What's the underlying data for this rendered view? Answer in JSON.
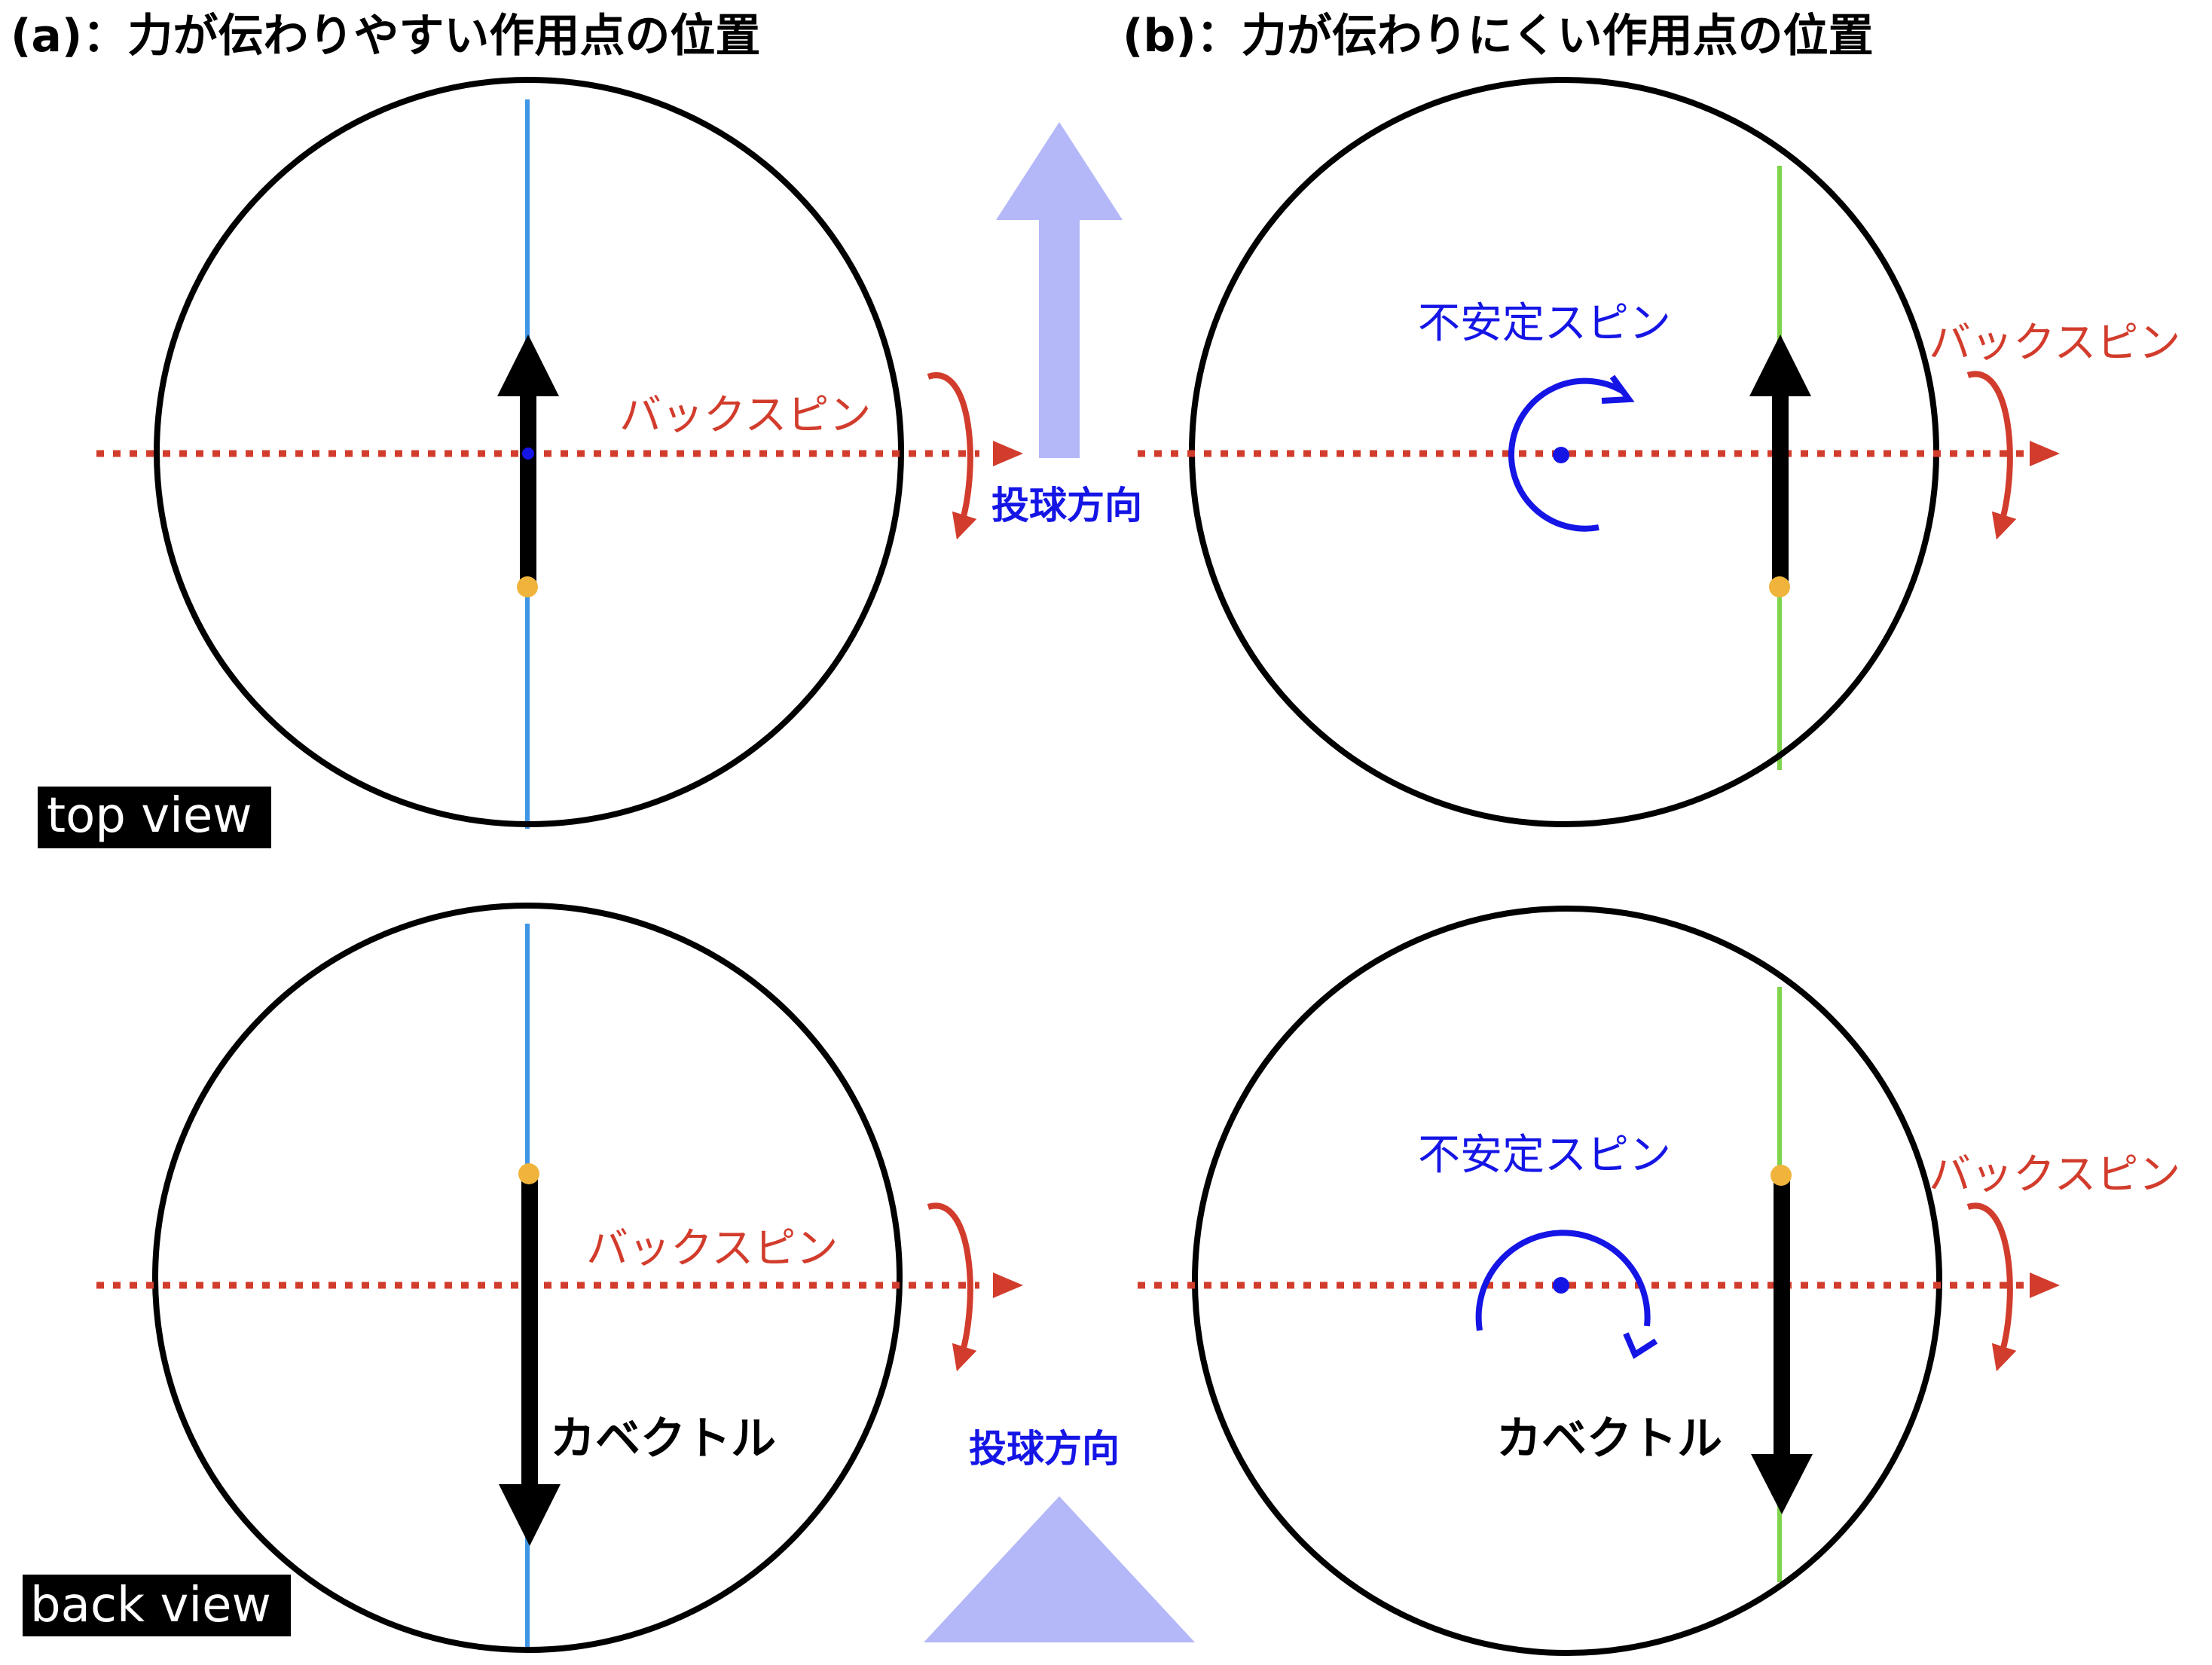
{
  "titles": {
    "a": "(a)：力が伝わりやすい作用点の位置",
    "b": "(b)：力が伝わりにくい作用点の位置"
  },
  "labels": {
    "backspin": "バックスピン",
    "unstable_spin": "不安定スピン",
    "throw_direction": "投球方向",
    "force_vector": "カベクトル",
    "top_view": "top view",
    "back_view": "back view"
  },
  "colors": {
    "backspin_red": "#d23c2c",
    "spin_blue": "#1515e6",
    "axis_blue": "#3f95e6",
    "axis_green": "#7fd44c",
    "contact_point": "#f0b43c",
    "direction_arrow": "#b4b8f8",
    "outline": "#000000"
  },
  "icons": {
    "throw_direction_top": "up-arrow-icon",
    "throw_direction_back": "up-chevron-icon",
    "spin_indicator": "curved-arrow-icon"
  }
}
